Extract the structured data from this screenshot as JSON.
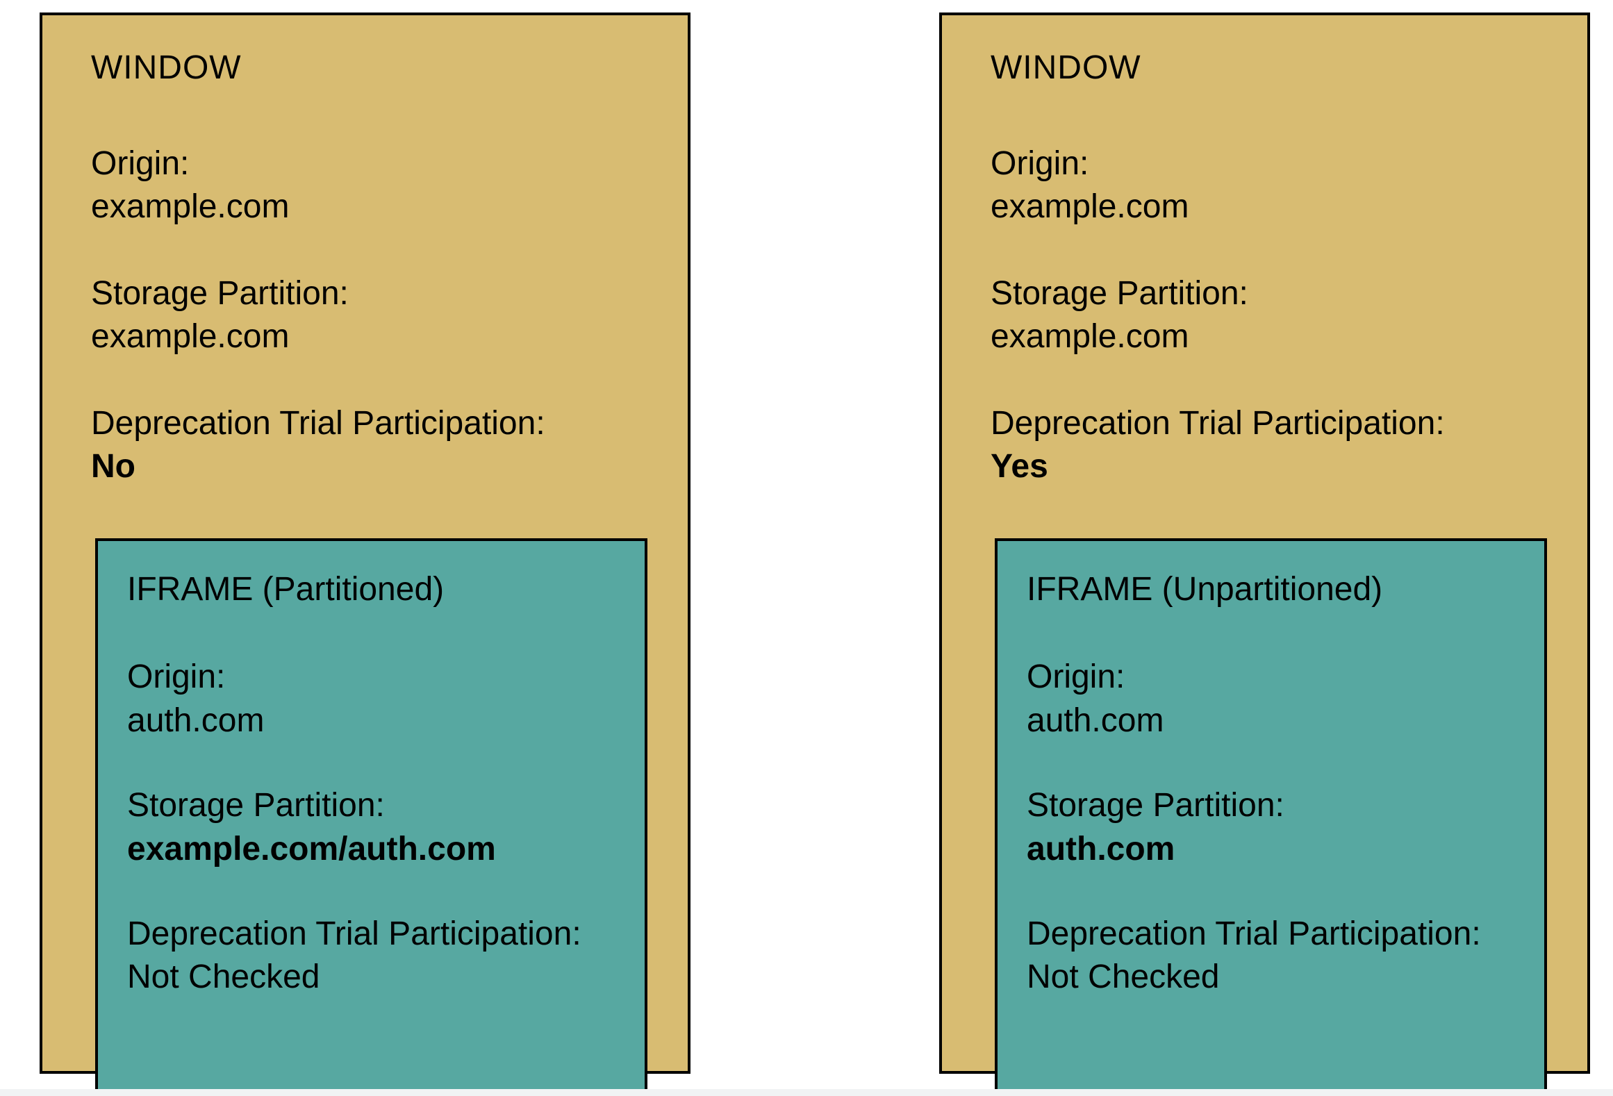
{
  "colors": {
    "window_bg": "#d8bc72",
    "iframe_bg": "#57a8a1",
    "border": "#000000"
  },
  "panels": [
    {
      "window_title": "WINDOW",
      "origin_label": "Origin:",
      "origin_value": "example.com",
      "partition_label": "Storage Partition:",
      "partition_value": "example.com",
      "trial_label": "Deprecation Trial Participation:",
      "trial_value": "No",
      "iframe": {
        "title": "IFRAME (Partitioned)",
        "origin_label": "Origin:",
        "origin_value": "auth.com",
        "partition_label": "Storage Partition:",
        "partition_value": "example.com/auth.com",
        "trial_label": "Deprecation Trial Participation:",
        "trial_value": "Not Checked"
      }
    },
    {
      "window_title": "WINDOW",
      "origin_label": "Origin:",
      "origin_value": "example.com",
      "partition_label": "Storage Partition:",
      "partition_value": "example.com",
      "trial_label": "Deprecation Trial Participation:",
      "trial_value": "Yes",
      "iframe": {
        "title": "IFRAME (Unpartitioned)",
        "origin_label": "Origin:",
        "origin_value": "auth.com",
        "partition_label": "Storage Partition:",
        "partition_value": "auth.com",
        "trial_label": "Deprecation Trial Participation:",
        "trial_value": "Not Checked"
      }
    }
  ]
}
